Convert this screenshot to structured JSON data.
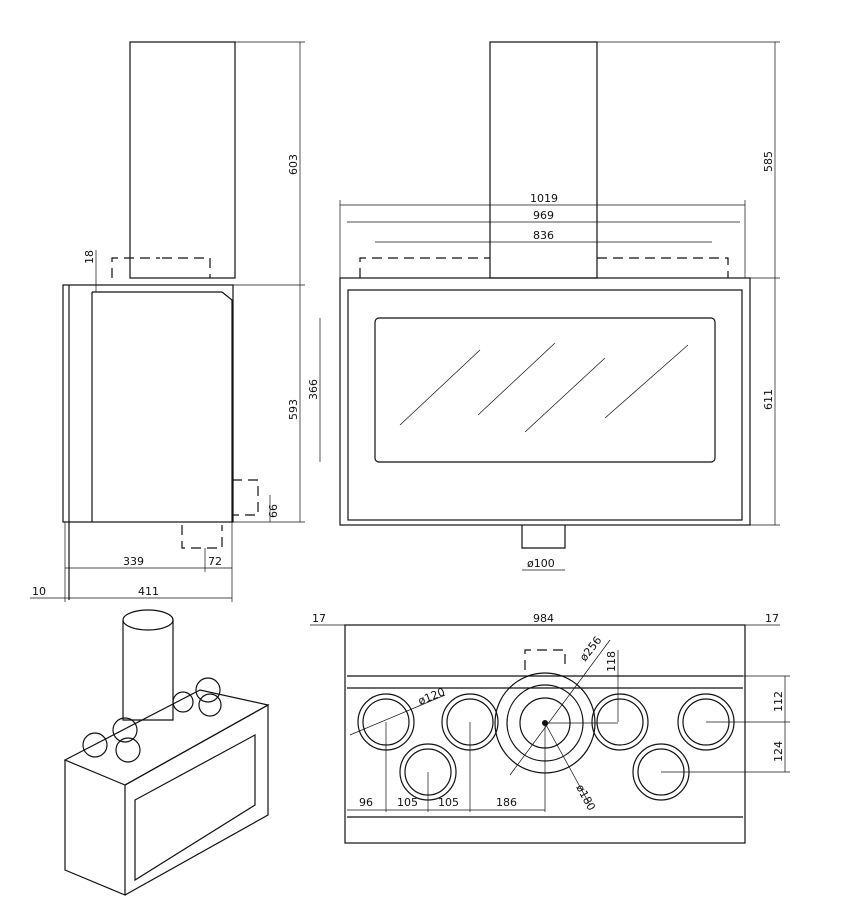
{
  "side_view": {
    "chimney_height": "603",
    "top_offset": "18",
    "body_height": "593",
    "bottom_offset": "66",
    "depth_a": "339",
    "depth_b": "72",
    "depth_total": "411",
    "frame_offset": "10"
  },
  "front_view": {
    "width_outer": "1019",
    "width_mid": "969",
    "width_inner": "836",
    "chimney_height": "585",
    "body_height": "611",
    "glass_height": "366",
    "outlet_diameter": "ø100"
  },
  "top_view": {
    "side_left": "17",
    "width": "984",
    "side_right": "17",
    "flue_diameter": "ø256",
    "flue_offset": "118",
    "row_offset_a": "112",
    "row_offset_b": "124",
    "duct_diameter": "ø120",
    "collar_diameter": "ø180",
    "spacing": [
      "96",
      "105",
      "105",
      "186"
    ]
  }
}
